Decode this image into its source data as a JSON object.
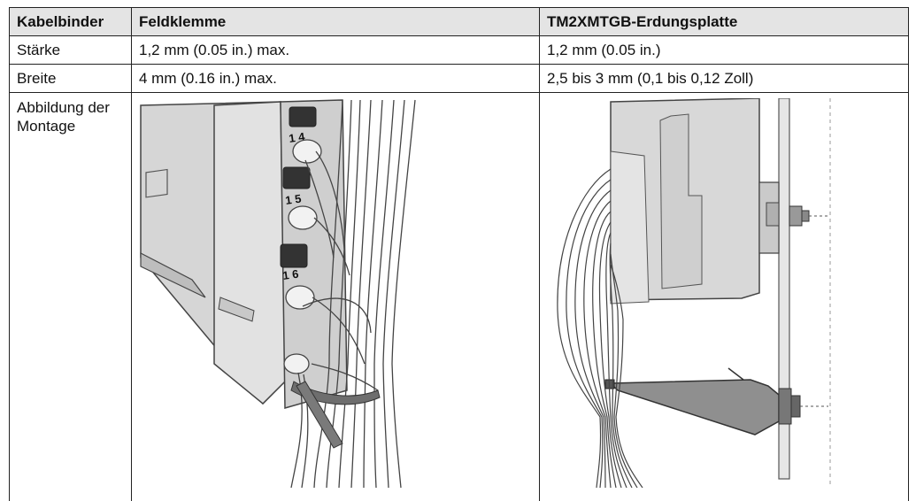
{
  "table": {
    "headers": [
      "Kabelbinder",
      "Feldklemme",
      "TM2XMTGB-Erdungsplatte"
    ],
    "rows": [
      [
        "Stärke",
        "1,2 mm (0.05 in.) max.",
        "1,2 mm (0.05 in.)"
      ],
      [
        "Breite",
        "4 mm (0.16 in.) max.",
        "2,5 bis 3 mm (0,1 bis 0,12 Zoll)"
      ]
    ],
    "illustration_row_label": "Abbildung der Montage"
  },
  "illustration_left": {
    "terminal_numbers": [
      "1 4",
      "1 5",
      "1 6"
    ]
  },
  "colors": {
    "header_bg": "#e4e4e4",
    "border": "#222222",
    "housing": "#d9d9d9",
    "metal": "#b5b5b5",
    "tie": "#6e6e6e"
  }
}
